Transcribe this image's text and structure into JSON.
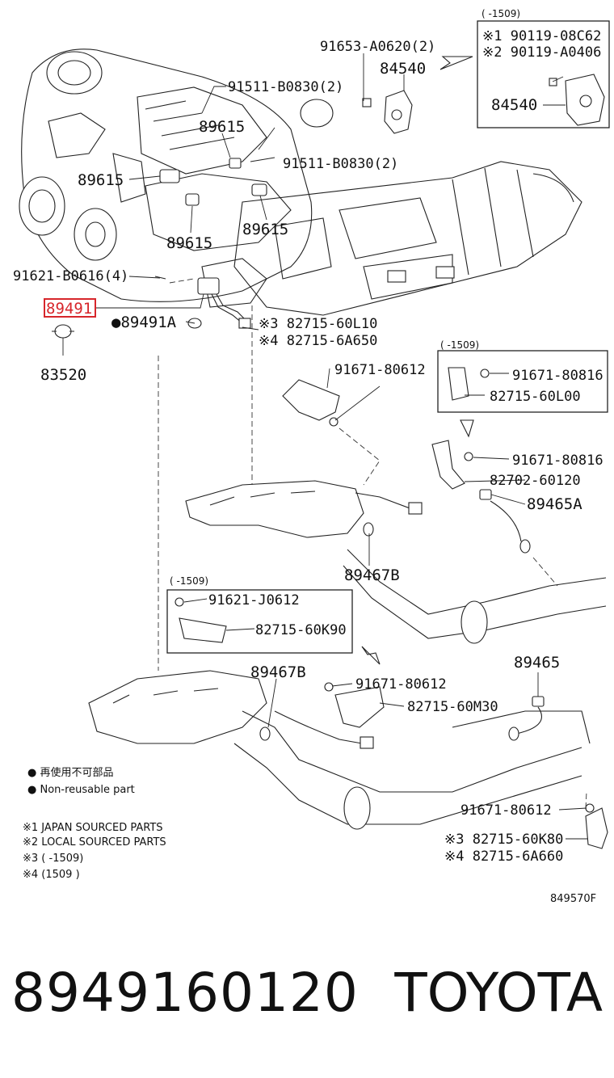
{
  "labels": {
    "p91653": "91653-A0620(2)",
    "p84540a": "84540",
    "p84540b": "84540",
    "p90119_1": "※1 90119-08C62",
    "p90119_2": "※2 90119-A0406",
    "box1_range": "(    -1509)",
    "p91511a": "91511-B0830(2)",
    "p91511b": "91511-B0830(2)",
    "p89615a": "89615",
    "p89615b": "89615",
    "p89615c": "89615",
    "p89615d": "89615",
    "p91621b": "91621-B0616(4)",
    "p89491": "89491",
    "p89491a": "●89491A",
    "p83520": "83520",
    "p82715_3": "※3 82715-60L10",
    "p82715_4": "※4 82715-6A650",
    "p91671a": "91671-80612",
    "box2_range": "(    -1509)",
    "p91671_816a": "91671-80816",
    "p82715_60l00": "82715-60L00",
    "p91671_816b": "91671-80816",
    "p82702": "82702-60120",
    "p89465a": "89465A",
    "p89467b_1": "89467B",
    "box3_range": "(    -1509)",
    "p91621j": "91621-J0612",
    "p82715_60k90": "82715-60K90",
    "p89467b_2": "89467B",
    "p91671b": "91671-80612",
    "p82715_60m30": "82715-60M30",
    "p89465": "89465",
    "p91671c": "91671-80612",
    "p82715_60k80": "※3 82715-60K80",
    "p82715_6a660": "※4 82715-6A660"
  },
  "legend": {
    "nonreuse_jp": "● 再使用不可部品",
    "nonreuse_en": "● Non-reusable part"
  },
  "notes": {
    "n1": "※1 JAPAN SOURCED PARTS",
    "n2": "※2 LOCAL SOURCED PARTS",
    "n3": "※3 (    -1509)",
    "n4": "※4 (1509     )"
  },
  "diagram_code": "849570F",
  "footer": {
    "part_number": "8949160120",
    "brand": "TOYOTA"
  },
  "colors": {
    "highlight": "#d7262b"
  }
}
